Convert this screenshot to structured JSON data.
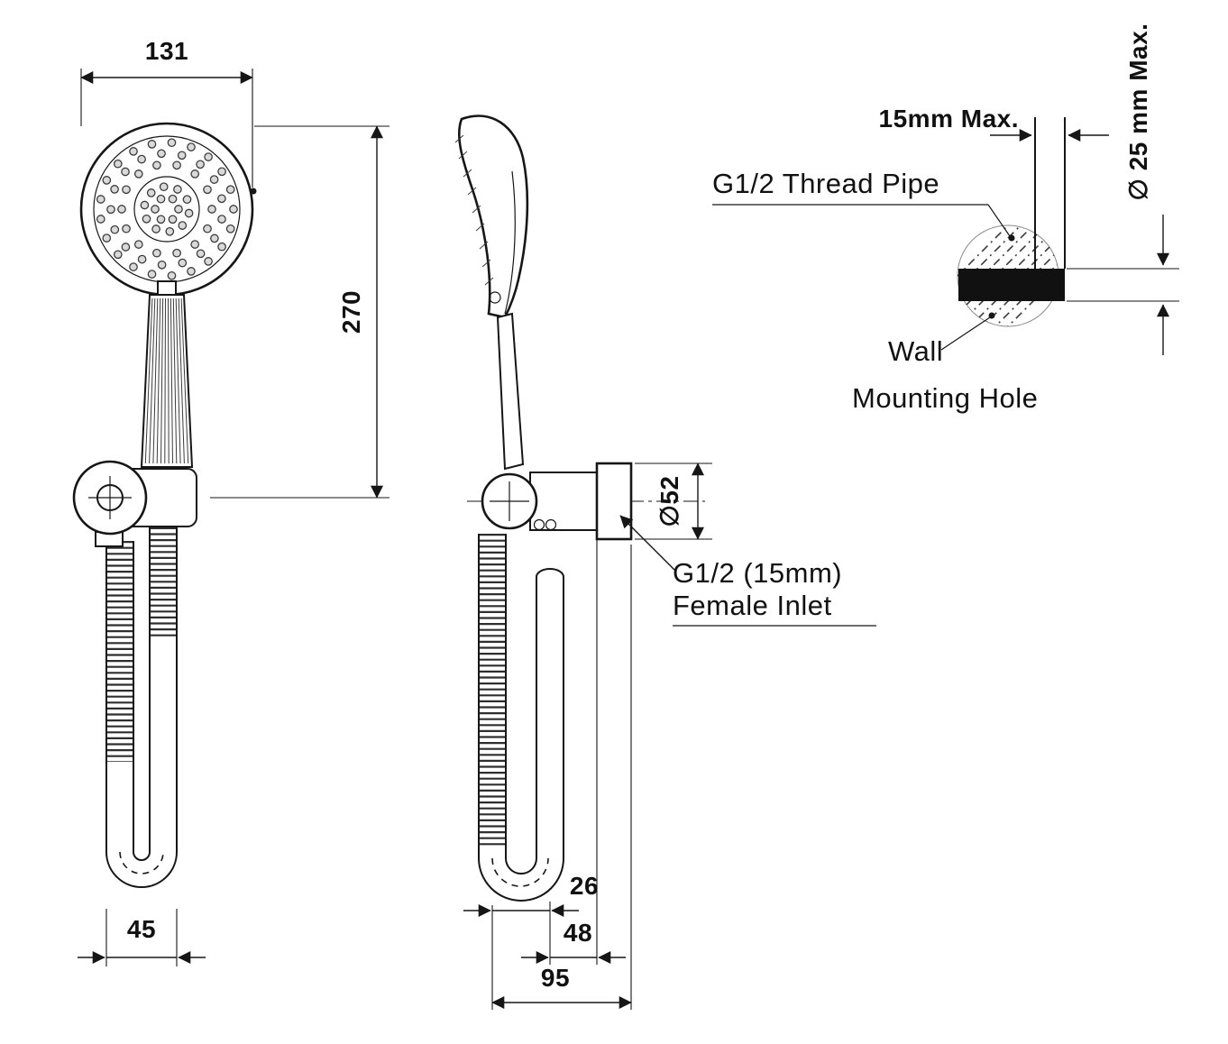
{
  "front_view": {
    "dim_width": "131",
    "dim_height": "270",
    "dim_hose_loop": "45"
  },
  "side_view": {
    "dim_hose_offset": "26",
    "dim_bracket_depth": "48",
    "dim_total_depth": "95",
    "dim_flange_diameter": "∅52"
  },
  "wall_detail": {
    "dim_pipe_protrusion": "15mm Max.",
    "label_thread_pipe": "G1/2 Thread Pipe",
    "dim_hole_diameter": "∅ 25 mm Max.",
    "label_wall_line1": "Wall",
    "label_wall_line2": "Mounting Hole"
  },
  "inlet": {
    "label_line1": "G1/2 (15mm)",
    "label_line2": "Female Inlet"
  }
}
